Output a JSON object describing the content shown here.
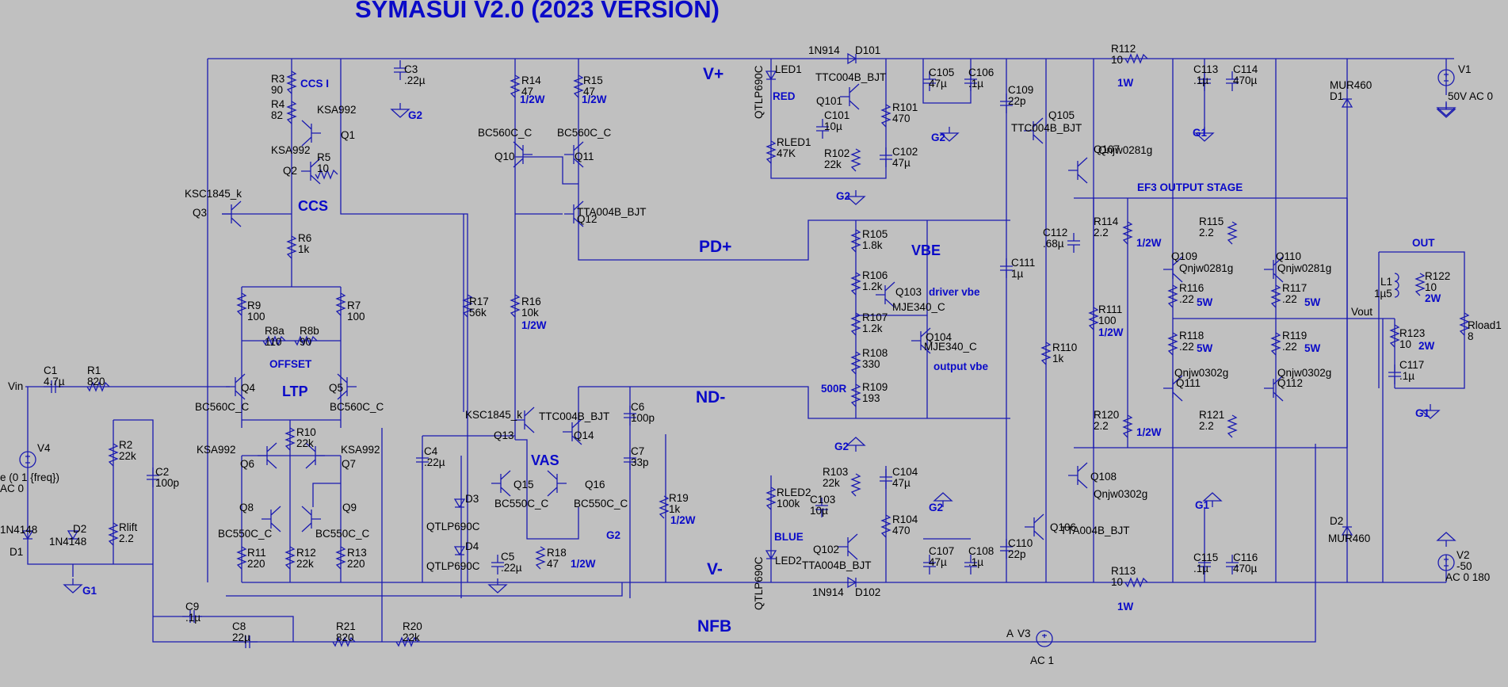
{
  "title": "SYMASUI V2.0 (2023 VERSION)",
  "net_labels": [
    {
      "key": "vplus",
      "text": "V+"
    },
    {
      "key": "vminus",
      "text": "V-"
    },
    {
      "key": "pdplus",
      "text": "PD+"
    },
    {
      "key": "ndminus",
      "text": "ND-"
    },
    {
      "key": "nfb",
      "text": "NFB"
    },
    {
      "key": "vbe",
      "text": "VBE"
    },
    {
      "key": "ccs",
      "text": "CCS"
    },
    {
      "key": "ltp",
      "text": "LTP"
    },
    {
      "key": "vas",
      "text": "VAS"
    },
    {
      "key": "vin",
      "text": "Vin"
    },
    {
      "key": "vout",
      "text": "Vout"
    }
  ],
  "notes": [
    {
      "key": "ccsi",
      "text": "CCS I"
    },
    {
      "key": "offset",
      "text": "OFFSET"
    },
    {
      "key": "ef3",
      "text": "EF3 OUTPUT STAGE"
    },
    {
      "key": "drivervbe",
      "text": "driver vbe"
    },
    {
      "key": "outputvbe",
      "text": "output vbe"
    },
    {
      "key": "n500r",
      "text": "500R"
    },
    {
      "key": "out",
      "text": "OUT"
    },
    {
      "key": "red",
      "text": "RED"
    },
    {
      "key": "blue",
      "text": "BLUE"
    }
  ],
  "components": [
    {
      "ref": "R3",
      "value": "90"
    },
    {
      "ref": "R4",
      "value": "82"
    },
    {
      "ref": "Q1",
      "value": "KSA992"
    },
    {
      "ref": "Q2",
      "value": "KSA992"
    },
    {
      "ref": "R5",
      "value": "10"
    },
    {
      "ref": "Q3",
      "value": "KSC1845_k"
    },
    {
      "ref": "R6",
      "value": "1k"
    },
    {
      "ref": "C3",
      "value": ".22µ"
    },
    {
      "ref": "R14",
      "value": "47",
      "power": "1/2W"
    },
    {
      "ref": "R15",
      "value": "47",
      "power": "1/2W"
    },
    {
      "ref": "Q10",
      "value": "BC560C_C"
    },
    {
      "ref": "Q11",
      "value": "BC560C_C"
    },
    {
      "ref": "Q12",
      "value": "TTA004B_BJT"
    },
    {
      "ref": "R17",
      "value": "56k"
    },
    {
      "ref": "R16",
      "value": "10k",
      "power": "1/2W"
    },
    {
      "ref": "R9",
      "value": "100"
    },
    {
      "ref": "R7",
      "value": "100"
    },
    {
      "ref": "R8a",
      "value": "110"
    },
    {
      "ref": "R8b",
      "value": "90"
    },
    {
      "ref": "Q4",
      "value": "BC560C_C"
    },
    {
      "ref": "Q5",
      "value": "BC560C_C"
    },
    {
      "ref": "R10",
      "value": "22k"
    },
    {
      "ref": "Q6",
      "value": "KSA992"
    },
    {
      "ref": "Q7",
      "value": "KSA992"
    },
    {
      "ref": "Q8",
      "value": "BC550C_C"
    },
    {
      "ref": "Q9",
      "value": "BC550C_C"
    },
    {
      "ref": "R11",
      "value": "220"
    },
    {
      "ref": "R12",
      "value": "22k"
    },
    {
      "ref": "R13",
      "value": "220"
    },
    {
      "ref": "C1",
      "value": "4.7µ"
    },
    {
      "ref": "R1",
      "value": "820"
    },
    {
      "ref": "R2",
      "value": "22k"
    },
    {
      "ref": "C2",
      "value": "100p"
    },
    {
      "ref": "V4",
      "value": "e (0 1 {freq})",
      "extra": "AC 0"
    },
    {
      "ref": "D1",
      "value": "1N4148"
    },
    {
      "ref": "D2",
      "value": "1N4148"
    },
    {
      "ref": "Rlift",
      "value": "2.2"
    },
    {
      "ref": "C9",
      "value": ".1µ"
    },
    {
      "ref": "C8",
      "value": "22µ"
    },
    {
      "ref": "R21",
      "value": "820"
    },
    {
      "ref": "R20",
      "value": "22k"
    },
    {
      "ref": "Q13",
      "value": "KSC1845_k"
    },
    {
      "ref": "Q14",
      "value": "TTC004B_BJT"
    },
    {
      "ref": "C6",
      "value": "100p"
    },
    {
      "ref": "C7",
      "value": "33p"
    },
    {
      "ref": "C4",
      "value": ".22µ"
    },
    {
      "ref": "D3",
      "value": "QTLP690C"
    },
    {
      "ref": "D4",
      "value": "QTLP690C"
    },
    {
      "ref": "C5",
      "value": ".22µ"
    },
    {
      "ref": "Q15",
      "value": "BC550C_C"
    },
    {
      "ref": "Q16",
      "value": "BC550C_C"
    },
    {
      "ref": "R18",
      "value": "47",
      "power": "1/2W"
    },
    {
      "ref": "R19",
      "value": "1k",
      "power": "1/2W"
    },
    {
      "ref": "D101",
      "value": "1N914"
    },
    {
      "ref": "LED1",
      "value": "QTLP690C"
    },
    {
      "ref": "RLED1",
      "value": "47K"
    },
    {
      "ref": "Q101",
      "value": "TTC004B_BJT"
    },
    {
      "ref": "C101",
      "value": "10µ"
    },
    {
      "ref": "R101",
      "value": "470"
    },
    {
      "ref": "R102",
      "value": "22k"
    },
    {
      "ref": "C102",
      "value": "47µ"
    },
    {
      "ref": "C105",
      "value": "47µ"
    },
    {
      "ref": "C106",
      "value": ".1µ"
    },
    {
      "ref": "R105",
      "value": "1.8k"
    },
    {
      "ref": "R106",
      "value": "1.2k"
    },
    {
      "ref": "R107",
      "value": "1.2k"
    },
    {
      "ref": "R108",
      "value": "330"
    },
    {
      "ref": "R109",
      "value": "193"
    },
    {
      "ref": "Q103",
      "value": "MJE340_C"
    },
    {
      "ref": "Q104",
      "value": "MJE340_C"
    },
    {
      "ref": "RLED2",
      "value": "100k"
    },
    {
      "ref": "LED2",
      "value": "QTLP690C"
    },
    {
      "ref": "R103",
      "value": "22k"
    },
    {
      "ref": "C103",
      "value": "10µ"
    },
    {
      "ref": "C104",
      "value": "47µ"
    },
    {
      "ref": "R104",
      "value": "470"
    },
    {
      "ref": "Q102",
      "value": "TTA004B_BJT"
    },
    {
      "ref": "D102",
      "value": "1N914"
    },
    {
      "ref": "C107",
      "value": "47µ"
    },
    {
      "ref": "C108",
      "value": ".1µ"
    },
    {
      "ref": "C109",
      "value": "22p"
    },
    {
      "ref": "Q105",
      "value": "TTC004B_BJT"
    },
    {
      "ref": "C111",
      "value": "1µ"
    },
    {
      "ref": "C112",
      "value": ".68µ"
    },
    {
      "ref": "R110",
      "value": "1k"
    },
    {
      "ref": "C110",
      "value": "22p"
    },
    {
      "ref": "Q106",
      "value": "TTA004B_BJT"
    },
    {
      "ref": "Q107",
      "value": "Qnjw0281g"
    },
    {
      "ref": "Q108",
      "value": "Qnjw0302g"
    },
    {
      "ref": "R111",
      "value": "100",
      "power": "1/2W"
    },
    {
      "ref": "R114",
      "value": "2.2",
      "power": "1/2W"
    },
    {
      "ref": "R120",
      "value": "2.2",
      "power": "1/2W"
    },
    {
      "ref": "Q109",
      "value": "Qnjw0281g"
    },
    {
      "ref": "Q111",
      "value": "Qnjw0302g"
    },
    {
      "ref": "R116",
      "value": ".22",
      "power": "5W"
    },
    {
      "ref": "R118",
      "value": ".22",
      "power": "5W"
    },
    {
      "ref": "R115",
      "value": "2.2"
    },
    {
      "ref": "R121",
      "value": "2.2"
    },
    {
      "ref": "Q110",
      "value": "Qnjw0281g"
    },
    {
      "ref": "Q112",
      "value": "Qnjw0302g"
    },
    {
      "ref": "R117",
      "value": ".22",
      "power": "5W"
    },
    {
      "ref": "R119",
      "value": ".22",
      "power": "5W"
    },
    {
      "ref": "R112",
      "value": "10",
      "power": "1W"
    },
    {
      "ref": "R113",
      "value": "10",
      "power": "1W"
    },
    {
      "ref": "C113",
      "value": ".1µ"
    },
    {
      "ref": "C114",
      "value": "470µ"
    },
    {
      "ref": "C115",
      "value": ".1µ"
    },
    {
      "ref": "C116",
      "value": "470µ"
    },
    {
      "ref": "D1b",
      "value": "MUR460",
      "show": "D1"
    },
    {
      "ref": "D2b",
      "value": "MUR460",
      "show": "D2"
    },
    {
      "ref": "V1",
      "value": "50V AC 0"
    },
    {
      "ref": "V2",
      "value": "-50",
      "extra": "AC 0 180"
    },
    {
      "ref": "V3",
      "value": "AC 1",
      "prefix": "A"
    },
    {
      "ref": "L1",
      "value": "1µ5"
    },
    {
      "ref": "R122",
      "value": "10",
      "power": "2W"
    },
    {
      "ref": "R123",
      "value": "10",
      "power": "2W"
    },
    {
      "ref": "C117",
      "value": ".1µ"
    },
    {
      "ref": "Rload1",
      "value": "8"
    }
  ],
  "grounds": [
    "G2",
    "G2",
    "G2",
    "G2",
    "G1",
    "G1",
    "G1",
    "G2",
    "G1",
    "G1"
  ]
}
